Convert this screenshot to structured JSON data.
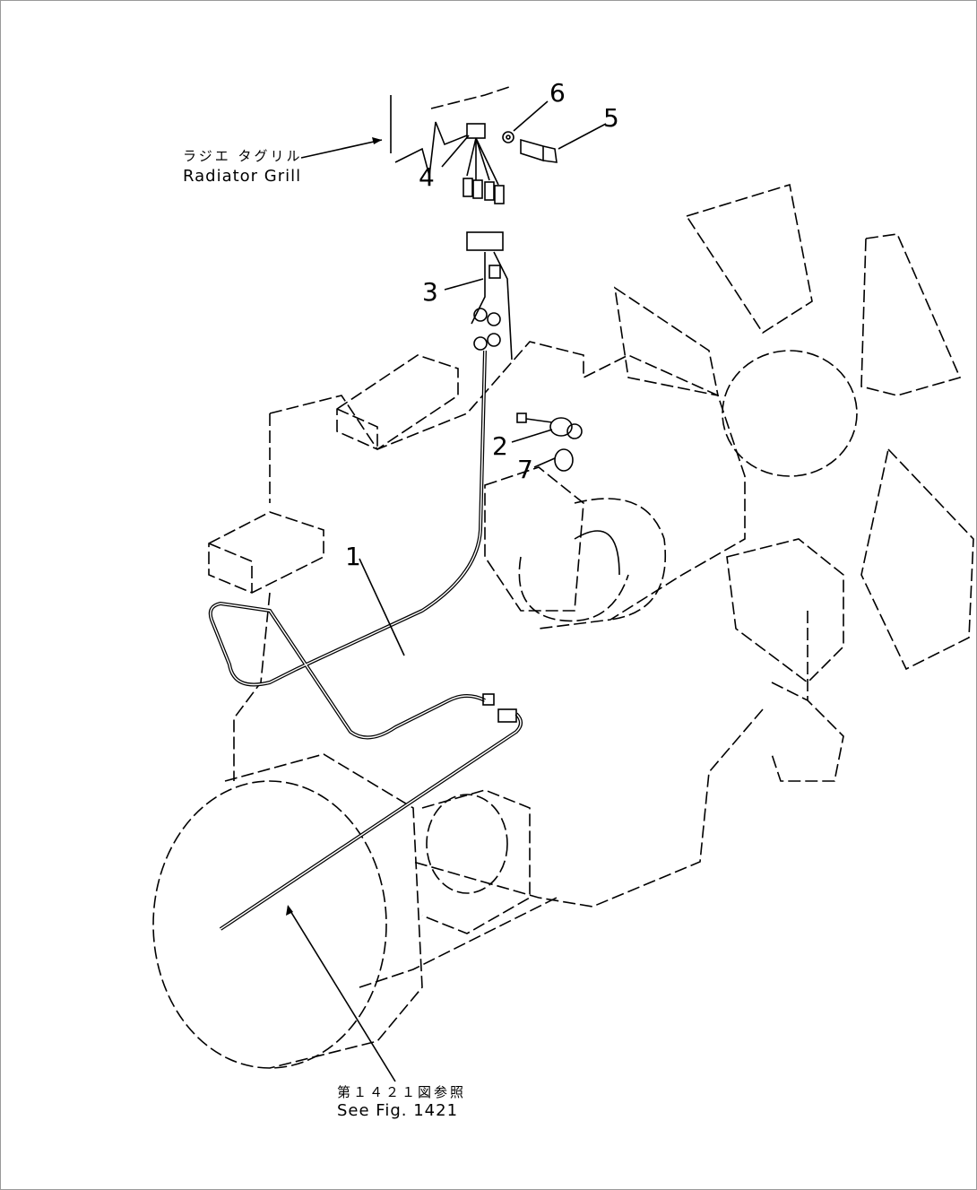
{
  "callouts": [
    "1",
    "2",
    "3",
    "4",
    "5",
    "6",
    "7"
  ],
  "radiator_grill": {
    "label_jp": "ラジエ タグリル",
    "label_en": "Radiator Grill"
  },
  "reference": {
    "label_jp": "第１４２１図参照",
    "label_en": "See Fig. 1421"
  }
}
